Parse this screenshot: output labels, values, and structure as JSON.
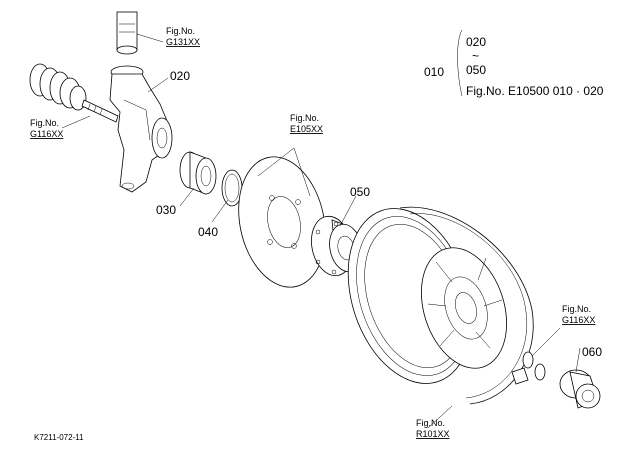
{
  "parts": [
    {
      "id": "020",
      "label": "020"
    },
    {
      "id": "030",
      "label": "030"
    },
    {
      "id": "040",
      "label": "040"
    },
    {
      "id": "050",
      "label": "050"
    },
    {
      "id": "060",
      "label": "060"
    }
  ],
  "figure_refs": {
    "g131": {
      "caption": "Fig.No.",
      "ref": "G131XX"
    },
    "g116_left": {
      "caption": "Fig.No.",
      "ref": "G116XX"
    },
    "e105": {
      "caption": "Fig.No.",
      "ref": "E105XX"
    },
    "g116_right": {
      "caption": "Fig.No.",
      "ref": "G116XX"
    },
    "r101": {
      "caption": "Fig.No.",
      "ref": "R101XX"
    }
  },
  "range_note": {
    "top": "020",
    "tilde": "~",
    "middle": "050",
    "group": "010",
    "fig_line": "Fig.No.  E10500  010 · 020"
  },
  "drawing_code": "K7211-072-11"
}
